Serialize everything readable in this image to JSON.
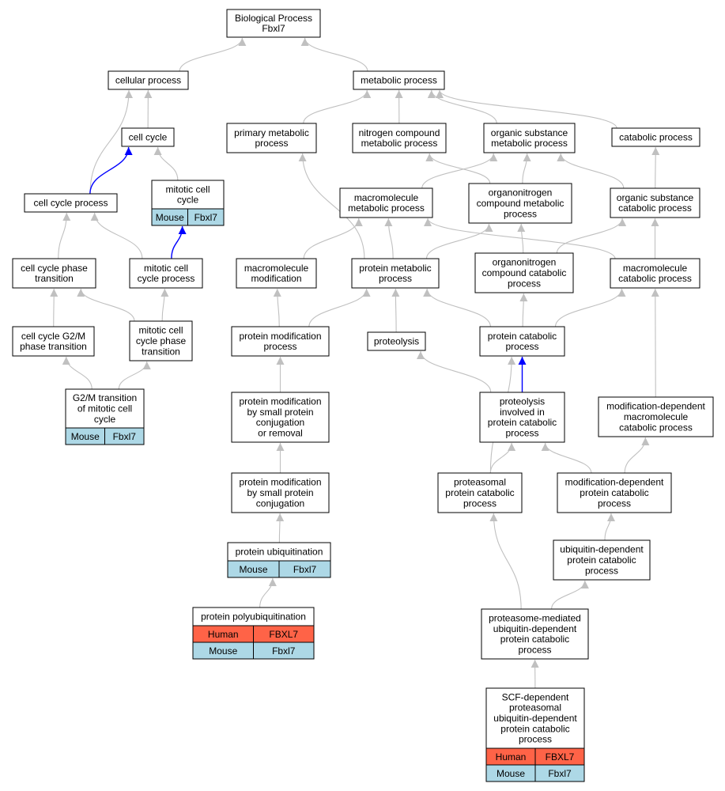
{
  "colors": {
    "edge": "#c0c0c0",
    "edge_highlight": "#0000ff",
    "human": "#ff6347",
    "mouse": "#add8e6",
    "node_border": "#000000"
  },
  "nodes": [
    {
      "id": "bp",
      "lines": [
        "Biological Process",
        "Fbxl7"
      ]
    },
    {
      "id": "cellular",
      "lines": [
        "cellular process"
      ]
    },
    {
      "id": "metabolic",
      "lines": [
        "metabolic process"
      ]
    },
    {
      "id": "cellcycle",
      "lines": [
        "cell cycle"
      ]
    },
    {
      "id": "primary",
      "lines": [
        "primary metabolic",
        "process"
      ]
    },
    {
      "id": "nitrogen",
      "lines": [
        "nitrogen compound",
        "metabolic process"
      ]
    },
    {
      "id": "organic",
      "lines": [
        "organic substance",
        "metabolic process"
      ]
    },
    {
      "id": "catabolic",
      "lines": [
        "catabolic process"
      ]
    },
    {
      "id": "mitoticcc",
      "lines": [
        "mitotic cell",
        "cycle"
      ],
      "rows": [
        [
          "Mouse",
          "Fbxl7"
        ]
      ]
    },
    {
      "id": "ccprocess",
      "lines": [
        "cell cycle process"
      ]
    },
    {
      "id": "macromet",
      "lines": [
        "macromolecule",
        "metabolic process"
      ]
    },
    {
      "id": "orgnitromet",
      "lines": [
        "organonitrogen",
        "compound metabolic",
        "process"
      ]
    },
    {
      "id": "orgsubcat",
      "lines": [
        "organic substance",
        "catabolic process"
      ]
    },
    {
      "id": "ccphase",
      "lines": [
        "cell cycle phase",
        "transition"
      ]
    },
    {
      "id": "mitccproc",
      "lines": [
        "mitotic cell",
        "cycle process"
      ]
    },
    {
      "id": "macromod",
      "lines": [
        "macromolecule",
        "modification"
      ]
    },
    {
      "id": "protmet",
      "lines": [
        "protein metabolic",
        "process"
      ]
    },
    {
      "id": "orgnitrocat",
      "lines": [
        "organonitrogen",
        "compound catabolic",
        "process"
      ]
    },
    {
      "id": "macrocat",
      "lines": [
        "macromolecule",
        "catabolic process"
      ]
    },
    {
      "id": "g2mphase",
      "lines": [
        "cell cycle G2/M",
        "phase transition"
      ]
    },
    {
      "id": "mitphase",
      "lines": [
        "mitotic cell",
        "cycle phase",
        "transition"
      ]
    },
    {
      "id": "protmod",
      "lines": [
        "protein modification",
        "process"
      ]
    },
    {
      "id": "proteolysis",
      "lines": [
        "proteolysis"
      ]
    },
    {
      "id": "protcat",
      "lines": [
        "protein catabolic",
        "process"
      ]
    },
    {
      "id": "g2mmitotic",
      "lines": [
        "G2/M transition",
        "of mitotic cell",
        "cycle"
      ],
      "rows": [
        [
          "Mouse",
          "Fbxl7"
        ]
      ]
    },
    {
      "id": "protmodsmall",
      "lines": [
        "protein modification",
        "by small protein",
        "conjugation",
        "or removal"
      ]
    },
    {
      "id": "proteolysiscat",
      "lines": [
        "proteolysis",
        "involved in",
        "protein catabolic",
        "process"
      ]
    },
    {
      "id": "moddepmacro",
      "lines": [
        "modification-dependent",
        "macromolecule",
        "catabolic process"
      ]
    },
    {
      "id": "protmodconj",
      "lines": [
        "protein modification",
        "by small protein",
        "conjugation"
      ]
    },
    {
      "id": "proteasomal",
      "lines": [
        "proteasomal",
        "protein catabolic",
        "process"
      ]
    },
    {
      "id": "moddepprot",
      "lines": [
        "modification-dependent",
        "protein catabolic",
        "process"
      ]
    },
    {
      "id": "ubiq",
      "lines": [
        "protein ubiquitination"
      ],
      "rows": [
        [
          "Mouse",
          "Fbxl7"
        ]
      ]
    },
    {
      "id": "ubiqdep",
      "lines": [
        "ubiquitin-dependent",
        "protein catabolic",
        "process"
      ]
    },
    {
      "id": "polyubiq",
      "lines": [
        "protein polyubiquitination"
      ],
      "rows": [
        [
          "Human",
          "FBXL7"
        ],
        [
          "Mouse",
          "Fbxl7"
        ]
      ]
    },
    {
      "id": "proteasomemed",
      "lines": [
        "proteasome-mediated",
        "ubiquitin-dependent",
        "protein catabolic",
        "process"
      ]
    },
    {
      "id": "scf",
      "lines": [
        "SCF-dependent",
        "proteasomal",
        "ubiquitin-dependent",
        "protein catabolic",
        "process"
      ],
      "rows": [
        [
          "Human",
          "FBXL7"
        ],
        [
          "Mouse",
          "Fbxl7"
        ]
      ]
    }
  ],
  "edges": [
    [
      "cellular",
      "bp"
    ],
    [
      "metabolic",
      "bp"
    ],
    [
      "cellcycle",
      "cellular"
    ],
    [
      "ccprocess",
      "cellular"
    ],
    [
      "primary",
      "metabolic"
    ],
    [
      "nitrogen",
      "metabolic"
    ],
    [
      "organic",
      "metabolic"
    ],
    [
      "catabolic",
      "metabolic"
    ],
    [
      "mitoticcc",
      "cellcycle"
    ],
    [
      "ccprocess",
      "cellcycle",
      "hl"
    ],
    [
      "mitccproc",
      "mitoticcc",
      "hl"
    ],
    [
      "ccphase",
      "ccprocess"
    ],
    [
      "mitccproc",
      "ccprocess"
    ],
    [
      "macromet",
      "organic"
    ],
    [
      "orgnitromet",
      "organic"
    ],
    [
      "orgsubcat",
      "organic"
    ],
    [
      "orgnitromet",
      "nitrogen"
    ],
    [
      "protmet",
      "primary"
    ],
    [
      "orgsubcat",
      "catabolic"
    ],
    [
      "mitphase",
      "ccphase"
    ],
    [
      "mitphase",
      "mitccproc"
    ],
    [
      "g2mmitotic",
      "g2mphase"
    ],
    [
      "g2mmitotic",
      "mitphase"
    ],
    [
      "g2mphase",
      "ccphase"
    ],
    [
      "macromod",
      "macromet"
    ],
    [
      "protmet",
      "macromet"
    ],
    [
      "macrocat",
      "macromet"
    ],
    [
      "protmet",
      "orgnitromet"
    ],
    [
      "orgnitrocat",
      "orgnitromet"
    ],
    [
      "orgnitrocat",
      "orgsubcat"
    ],
    [
      "macrocat",
      "orgsubcat"
    ],
    [
      "protmod",
      "macromod"
    ],
    [
      "protmod",
      "protmet"
    ],
    [
      "proteolysis",
      "protmet"
    ],
    [
      "protcat",
      "protmet"
    ],
    [
      "protcat",
      "orgnitrocat"
    ],
    [
      "protcat",
      "macrocat"
    ],
    [
      "moddepmacro",
      "macrocat"
    ],
    [
      "protmodsmall",
      "protmod"
    ],
    [
      "protmodconj",
      "protmodsmall"
    ],
    [
      "ubiq",
      "protmodconj"
    ],
    [
      "polyubiq",
      "ubiq"
    ],
    [
      "proteolysiscat",
      "proteolysis"
    ],
    [
      "proteolysiscat",
      "protcat",
      "hl"
    ],
    [
      "proteasomal",
      "protcat"
    ],
    [
      "proteasomal",
      "proteolysiscat"
    ],
    [
      "moddepprot",
      "proteolysiscat"
    ],
    [
      "moddepprot",
      "moddepmacro"
    ],
    [
      "ubiqdep",
      "moddepprot"
    ],
    [
      "proteasomemed",
      "proteasomal"
    ],
    [
      "proteasomemed",
      "ubiqdep"
    ],
    [
      "scf",
      "proteasomemed"
    ]
  ]
}
